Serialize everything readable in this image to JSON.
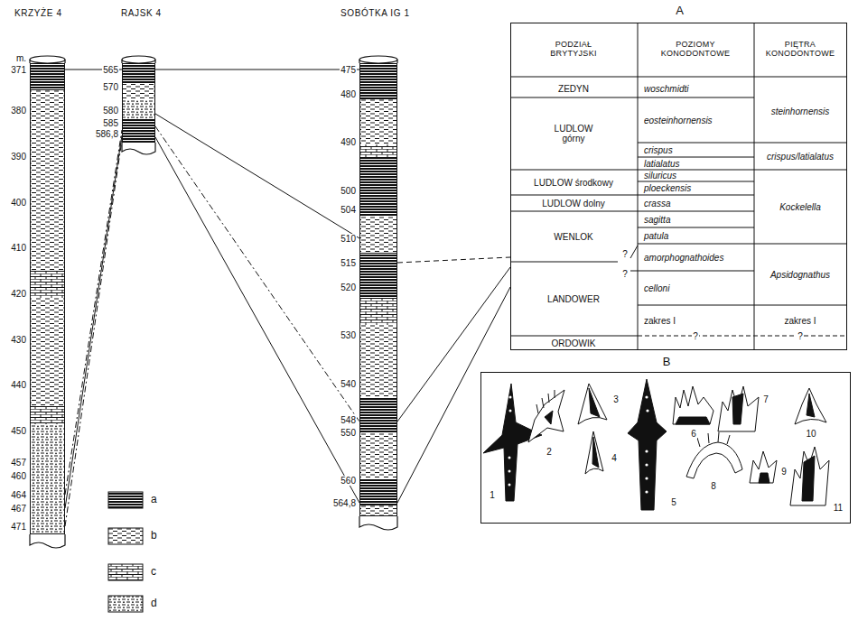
{
  "diagram": {
    "nodes": [
      {
        "text": [
          "KRZYŻE 4"
        ]
      },
      {
        "text": [
          "RAJSK 4"
        ]
      },
      {
        "text": [
          "SOBÓTKA IG 1"
        ]
      },
      {
        "text": [
          "A"
        ]
      },
      {
        "text": [
          "B"
        ]
      }
    ],
    "edges": [
      {
        "from": 0,
        "to": 1,
        "arrow": "none"
      },
      {
        "from": 1,
        "to": 2,
        "arrow": "none"
      },
      {
        "from": 0,
        "to": 1,
        "arrow": "none"
      },
      {
        "from": 0,
        "to": 1,
        "arrow": "none"
      },
      {
        "from": 0,
        "to": 1,
        "arrow": "none"
      },
      {
        "from": 1,
        "to": 2,
        "arrow": "none"
      },
      {
        "from": 1,
        "to": 2,
        "arrow": "none"
      },
      {
        "from": 1,
        "to": 2,
        "arrow": "none"
      },
      {
        "from": 2,
        "to": 3,
        "arrow": "none"
      },
      {
        "from": 2,
        "to": 3,
        "arrow": "none"
      },
      {
        "from": 2,
        "to": 3,
        "arrow": "none"
      }
    ],
    "labels": [
      "m.",
      "371",
      "380",
      "390",
      "400",
      "410",
      "420",
      "430",
      "440",
      "450",
      "457",
      "460",
      "464",
      "467",
      "471",
      "565",
      "570",
      "580",
      "585",
      "586,8",
      "475",
      "480",
      "490",
      "500",
      "504",
      "510",
      "515",
      "520",
      "530",
      "540",
      "548",
      "550",
      "560",
      "564,8",
      "PODZIAŁ BRYTYJSKI",
      "POZIOMY KONODONTOWE",
      "PIĘTRA KONODONTOWE",
      "ZEDYN",
      "LUDLOW górny",
      "LUDLOW środkowy",
      "LUDLOW dolny",
      "WENLOK",
      "LANDOWER",
      "ORDOWIK",
      "woschmidti",
      "eosteinhornensis",
      "crispus",
      "latialatus",
      "siluricus",
      "ploeckensis",
      "crassa",
      "sagitta",
      "patula",
      "amorphognathoides",
      "celloni",
      "zakres I",
      "steinhornensis",
      "crispus/latialatus",
      "Kockelella",
      "Apsidognathus",
      "zakres I",
      "?",
      "?",
      "?",
      "?",
      "1",
      "2",
      "3",
      "4",
      "5",
      "6",
      "7",
      "8",
      "9",
      "10",
      "11"
    ],
    "legend": [
      {
        "text": "a"
      },
      {
        "text": "b"
      },
      {
        "text": "c"
      },
      {
        "text": "d"
      }
    ]
  }
}
